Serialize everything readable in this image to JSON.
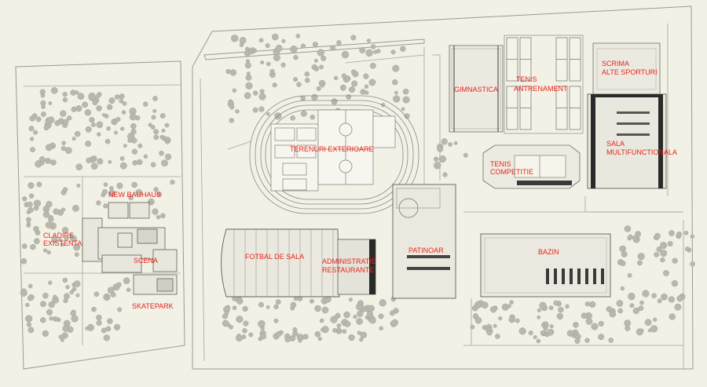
{
  "colors": {
    "background": "#f2f1e6",
    "line": "#8f8f86",
    "label": "#e8231c",
    "tree": "#b7b6ac",
    "dark": "#2a2a2a"
  },
  "labels": {
    "gimnastica": "GIMNASTICA",
    "tenis_antrenament_1": "TENIS",
    "tenis_antrenament_2": "ANTRENAMENT",
    "scrima_1": "SCRIMA",
    "scrima_2": "ALTE SPORTURI",
    "terenuri": "TERENURI EXTERIOARE",
    "sala_1": "SALA",
    "sala_2": "MULTIFUNCTIONALA",
    "tenis_competitie_1": "TENIS",
    "tenis_competitie_2": "COMPETITIE",
    "new_bauhaus": "NEW BAUHAUS",
    "cladire_1": "CLADIRE",
    "cladire_2": "EXISTENTA",
    "scena": "SCENA",
    "skatepark": "SKATEPARK",
    "fotbal": "FOTBAL DE SALA",
    "administratie_1": "ADMINISTRATIE",
    "administratie_2": "RESTAURANTE",
    "patinoar": "PATINOAR",
    "bazin": "BAZIN"
  }
}
